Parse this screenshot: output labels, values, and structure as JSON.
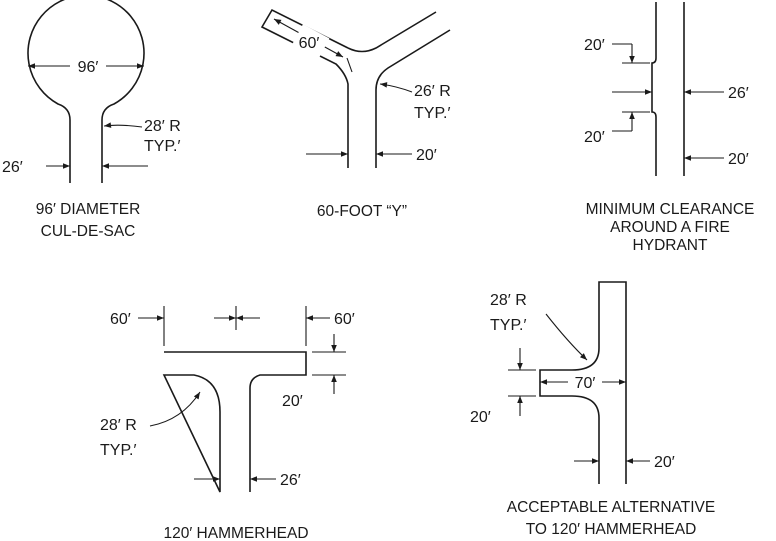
{
  "figures": {
    "cul_de_sac": {
      "diameter": "96′",
      "radius_label": "28′ R",
      "radius_sub": "TYP.′",
      "width": "26′",
      "caption": [
        "96′ DIAMETER",
        "CUL-DE-SAC"
      ]
    },
    "sixty_y": {
      "leg": "60′",
      "radius_label": "26′ R",
      "radius_sub": "TYP.′",
      "width": "20′",
      "caption": [
        "60-FOOT “Y”"
      ]
    },
    "hydrant": {
      "top_offset": "20′",
      "wide_width": "26′",
      "bottom_offset": "20′",
      "narrow_width": "20′",
      "caption": [
        "MINIMUM CLEARANCE",
        "AROUND A FIRE",
        "HYDRANT"
      ]
    },
    "hammerhead": {
      "left_arm": "60′",
      "right_arm": "60′",
      "arm_width": "20′",
      "radius_label": "28′ R",
      "radius_sub": "TYP.′",
      "stem_width": "26′",
      "caption": [
        "120′ HAMMERHEAD"
      ]
    },
    "alternative": {
      "radius_label": "28′ R",
      "radius_sub": "TYP.′",
      "arm_length": "70′",
      "arm_width": "20′",
      "road_width": "20′",
      "caption": [
        "ACCEPTABLE ALTERNATIVE",
        "TO 120′ HAMMERHEAD"
      ]
    }
  }
}
